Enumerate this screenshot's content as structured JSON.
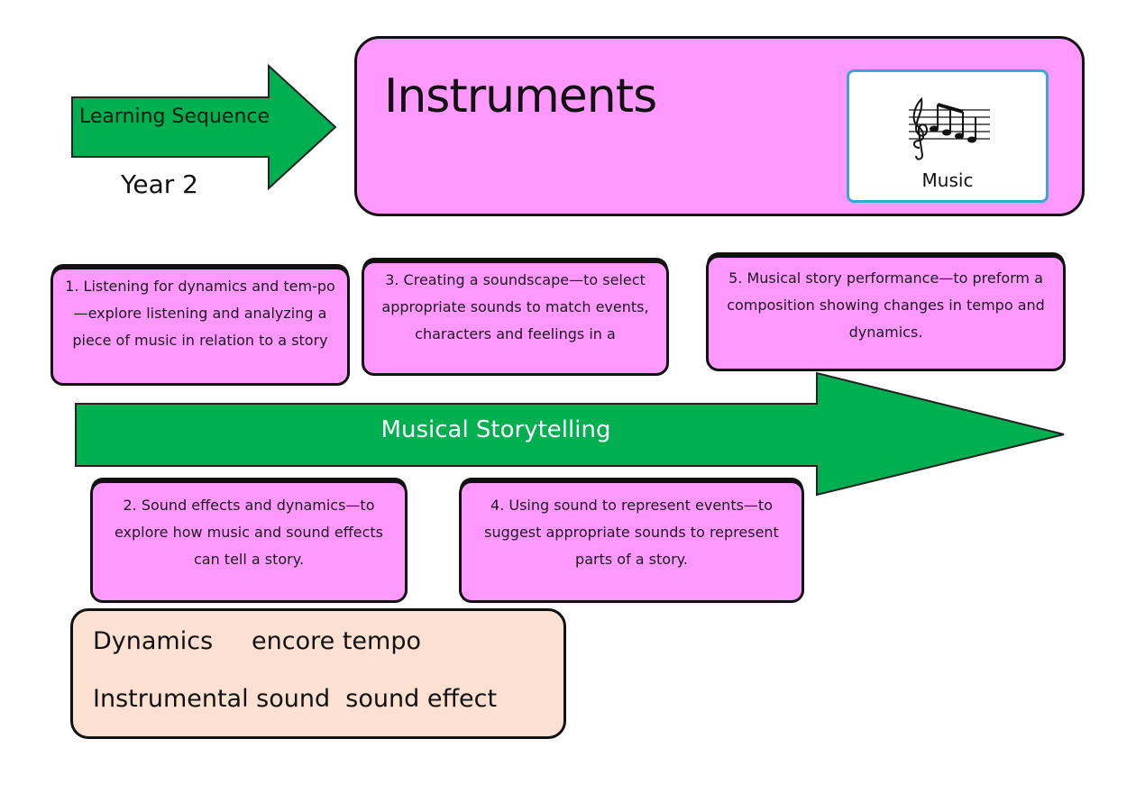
{
  "header": {
    "learning_sequence": "Learning Sequence",
    "year": "Year 2",
    "title": "Instruments",
    "subject_label": "Music"
  },
  "icons": {
    "music": "music-notes-icon",
    "arrow": "right-arrow-shape"
  },
  "colors": {
    "arrow_green": "#00b050",
    "step_pink": "#ff99ff",
    "vocab_peach": "#fce0d2",
    "card_border_blue": "#3aa6d4"
  },
  "main_arrow_label": "Musical Storytelling",
  "steps": [
    {
      "number": "1",
      "text": "1. Listening for dynamics and tem-po—explore listening and analyzing a piece of music in relation to a story"
    },
    {
      "number": "2",
      "text": "2. Sound effects and dynamics—to explore how music and sound effects can tell a story."
    },
    {
      "number": "3",
      "text": "3. Creating a soundscape—to select appropriate sounds to match events, characters and feelings in a"
    },
    {
      "number": "4",
      "text": "4. Using sound to represent events—to suggest appropriate sounds to represent parts of a story."
    },
    {
      "number": "5",
      "text": "5. Musical story performance—to preform a composition showing changes in tempo and dynamics."
    }
  ],
  "vocabulary": {
    "line1": "Dynamics     encore tempo",
    "line2": "Instrumental sound  sound effect"
  }
}
